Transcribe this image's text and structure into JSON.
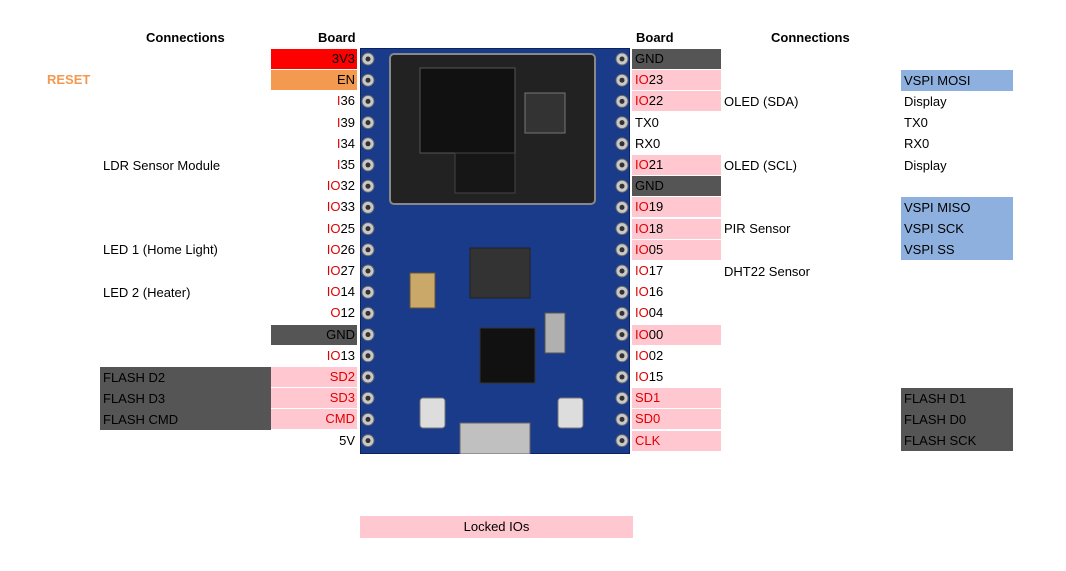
{
  "headers": {
    "left_connections": "Connections",
    "left_board": "Board",
    "right_board": "Board",
    "right_connections": "Connections"
  },
  "reset_label": "RESET",
  "left_pins": [
    {
      "prefix": "",
      "label": "3V3",
      "style": "red",
      "text_color": "#000000"
    },
    {
      "prefix": "",
      "label": "EN",
      "style": "orange"
    },
    {
      "prefix": "I",
      "label": "36",
      "style": "none"
    },
    {
      "prefix": "I",
      "label": "39",
      "style": "none"
    },
    {
      "prefix": "I",
      "label": "34",
      "style": "none"
    },
    {
      "prefix": "I",
      "label": "35",
      "style": "none"
    },
    {
      "prefix": "IO",
      "label": "32",
      "style": "none"
    },
    {
      "prefix": "IO",
      "label": "33",
      "style": "none"
    },
    {
      "prefix": "IO",
      "label": "25",
      "style": "none"
    },
    {
      "prefix": "IO",
      "label": "26",
      "style": "none"
    },
    {
      "prefix": "IO",
      "label": "27",
      "style": "none"
    },
    {
      "prefix": "IO",
      "label": "14",
      "style": "none"
    },
    {
      "prefix": "O",
      "label": "12",
      "style": "none"
    },
    {
      "prefix": "",
      "label": "GND",
      "style": "darkgray"
    },
    {
      "prefix": "IO",
      "label": "13",
      "style": "none"
    },
    {
      "prefix": "",
      "label": "SD2",
      "style": "pink-red"
    },
    {
      "prefix": "",
      "label": "SD3",
      "style": "pink-red"
    },
    {
      "prefix": "",
      "label": "CMD",
      "style": "pink-red"
    },
    {
      "prefix": "",
      "label": "5V",
      "style": "none"
    }
  ],
  "right_pins": [
    {
      "prefix": "",
      "label": "GND",
      "style": "darkgray"
    },
    {
      "prefix": "IO",
      "label": "23",
      "style": "pink"
    },
    {
      "prefix": "IO",
      "label": "22",
      "style": "pink"
    },
    {
      "prefix": "",
      "label": "TX0",
      "style": "none"
    },
    {
      "prefix": "",
      "label": "RX0",
      "style": "none"
    },
    {
      "prefix": "IO",
      "label": "21",
      "style": "pink"
    },
    {
      "prefix": "",
      "label": "GND",
      "style": "darkgray"
    },
    {
      "prefix": "IO",
      "label": "19",
      "style": "pink"
    },
    {
      "prefix": "IO",
      "label": "18",
      "style": "pink"
    },
    {
      "prefix": "IO",
      "label": "05",
      "style": "pink"
    },
    {
      "prefix": "IO",
      "label": "17",
      "style": "none"
    },
    {
      "prefix": "IO",
      "label": "16",
      "style": "none"
    },
    {
      "prefix": "IO",
      "label": "04",
      "style": "none"
    },
    {
      "prefix": "IO",
      "label": "00",
      "style": "pink"
    },
    {
      "prefix": "IO",
      "label": "02",
      "style": "none"
    },
    {
      "prefix": "IO",
      "label": "15",
      "style": "none"
    },
    {
      "prefix": "",
      "label": "SD1",
      "style": "pink-red"
    },
    {
      "prefix": "",
      "label": "SD0",
      "style": "pink-red"
    },
    {
      "prefix": "",
      "label": "CLK",
      "style": "pink-red"
    }
  ],
  "left_connections": [
    {
      "row": 5,
      "label": "LDR Sensor Module",
      "style": "none"
    },
    {
      "row": 9,
      "label": "LED 1 (Home Light)",
      "style": "none"
    },
    {
      "row": 11,
      "label": "LED 2 (Heater)",
      "style": "none"
    },
    {
      "row": 15,
      "label": "FLASH D2",
      "style": "dark"
    },
    {
      "row": 16,
      "label": "FLASH D3",
      "style": "dark"
    },
    {
      "row": 17,
      "label": "FLASH CMD",
      "style": "dark"
    }
  ],
  "right_connections": [
    {
      "row": 2,
      "label": "OLED (SDA)"
    },
    {
      "row": 5,
      "label": "OLED (SCL)"
    },
    {
      "row": 8,
      "label": "PIR Sensor"
    },
    {
      "row": 10,
      "label": "DHT22 Sensor"
    }
  ],
  "far_right": [
    {
      "row": 1,
      "label": "VSPI MOSI",
      "style": "blue"
    },
    {
      "row": 2,
      "label": "Display",
      "style": "none"
    },
    {
      "row": 3,
      "label": "TX0",
      "style": "none"
    },
    {
      "row": 4,
      "label": "RX0",
      "style": "none"
    },
    {
      "row": 5,
      "label": "Display",
      "style": "none"
    },
    {
      "row": 7,
      "label": "VSPI MISO",
      "style": "blue"
    },
    {
      "row": 8,
      "label": "VSPI SCK",
      "style": "blue"
    },
    {
      "row": 9,
      "label": "VSPI SS",
      "style": "blue"
    },
    {
      "row": 16,
      "label": "FLASH D1",
      "style": "dark"
    },
    {
      "row": 17,
      "label": "FLASH D0",
      "style": "dark"
    },
    {
      "row": 18,
      "label": "FLASH SCK",
      "style": "dark"
    }
  ],
  "legend": "Locked IOs",
  "colors": {
    "pink": "#ffc8d0",
    "red": "#ff0000",
    "orange": "#f49a50",
    "darkgray": "#555555",
    "blue": "#8eb0de",
    "board_blue": "#1a3a8a",
    "pin_red": "#e00000"
  }
}
